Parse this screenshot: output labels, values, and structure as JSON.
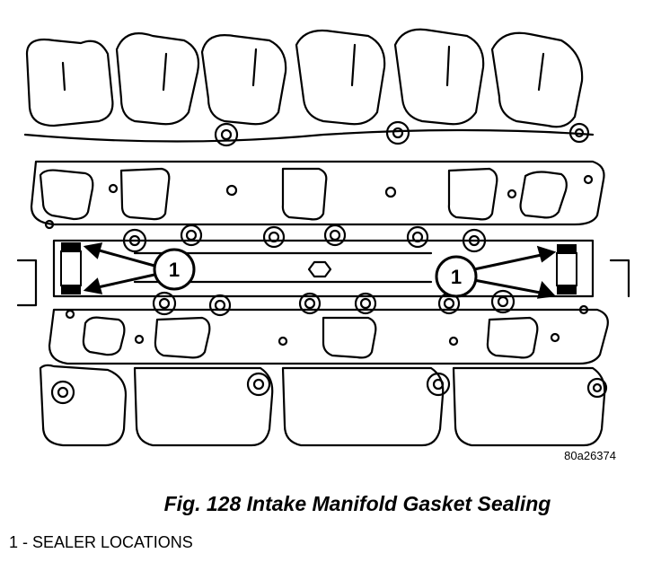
{
  "figure": {
    "caption": "Fig. 128 Intake Manifold Gasket Sealing",
    "image_code": "80a26374",
    "callouts": [
      {
        "number": "1"
      },
      {
        "number": "1"
      }
    ]
  },
  "legend": {
    "items": [
      "1 - SEALER LOCATIONS"
    ]
  }
}
